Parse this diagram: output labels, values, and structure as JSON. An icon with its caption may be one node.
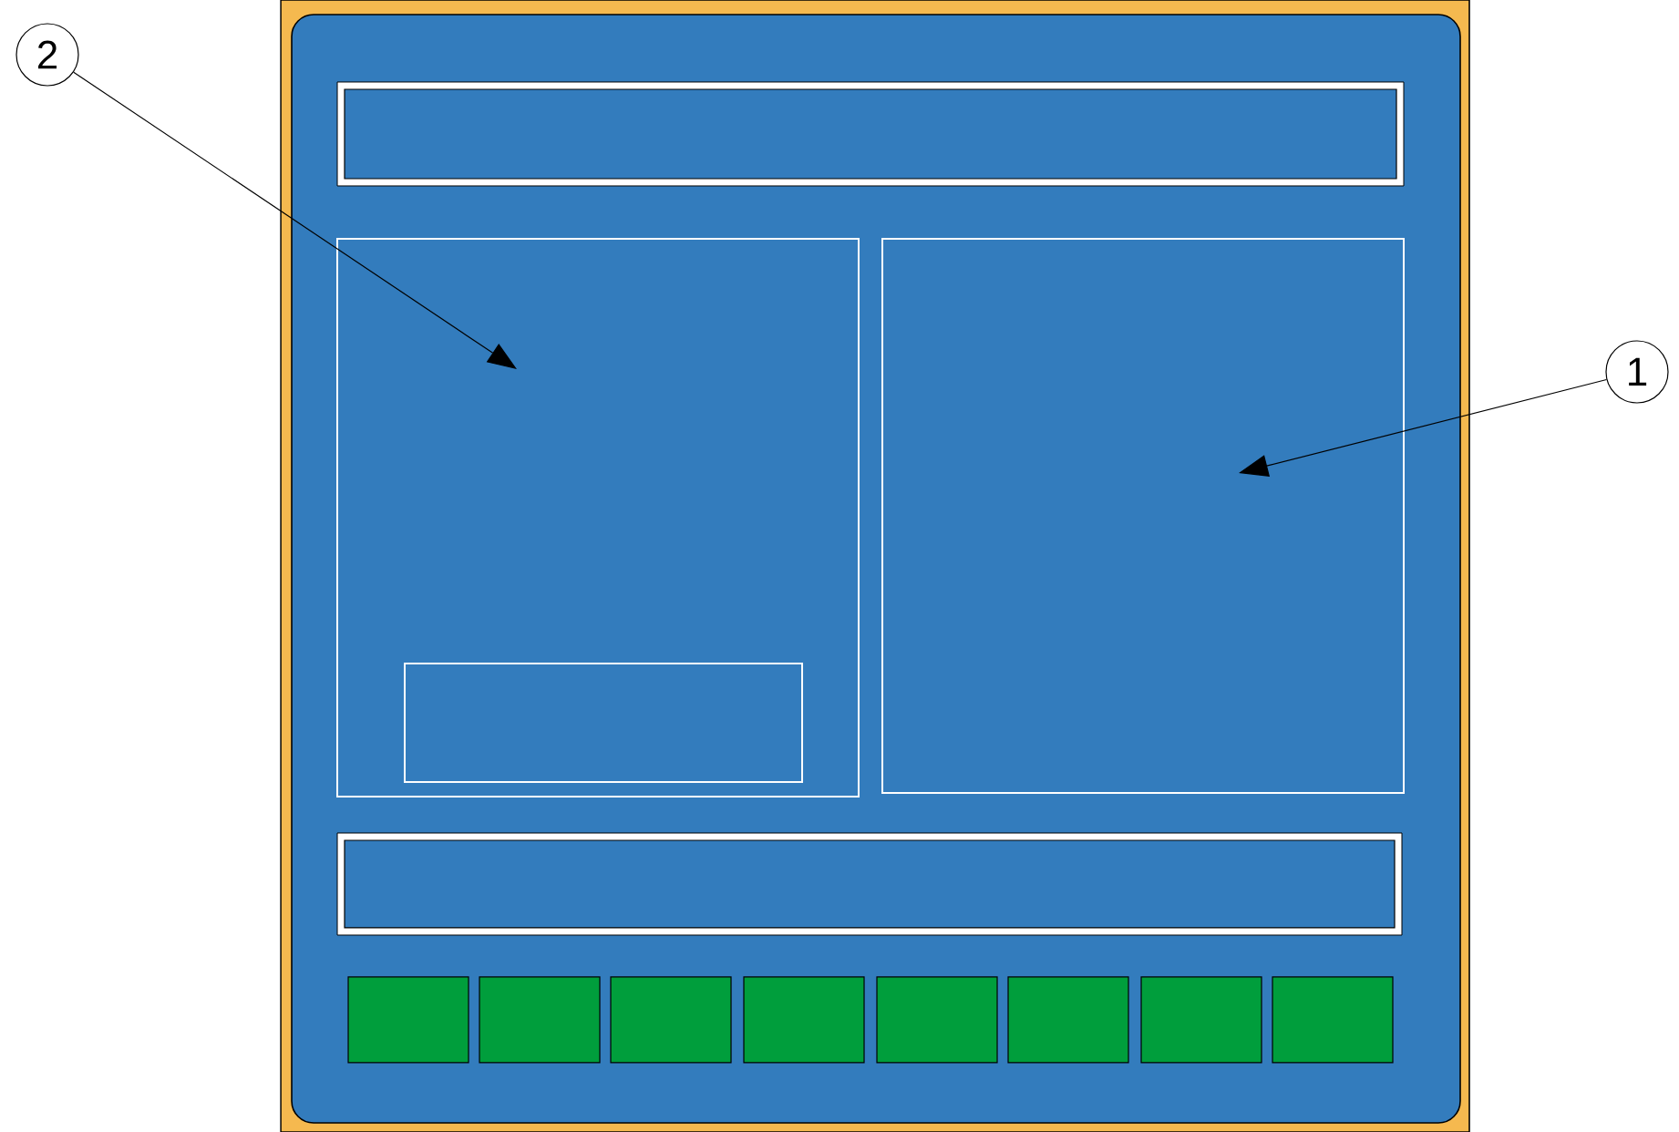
{
  "diagram": {
    "nodes": [
      {
        "text": [
          "2"
        ]
      },
      {
        "text": [
          "1"
        ]
      },
      {
        "text": [],
        "shape": "box"
      },
      {
        "text": [],
        "shape": "box"
      }
    ],
    "edges": [
      {
        "from": 0,
        "to": 2,
        "arrow": "to"
      },
      {
        "from": 1,
        "to": 3,
        "arrow": "to"
      }
    ]
  }
}
